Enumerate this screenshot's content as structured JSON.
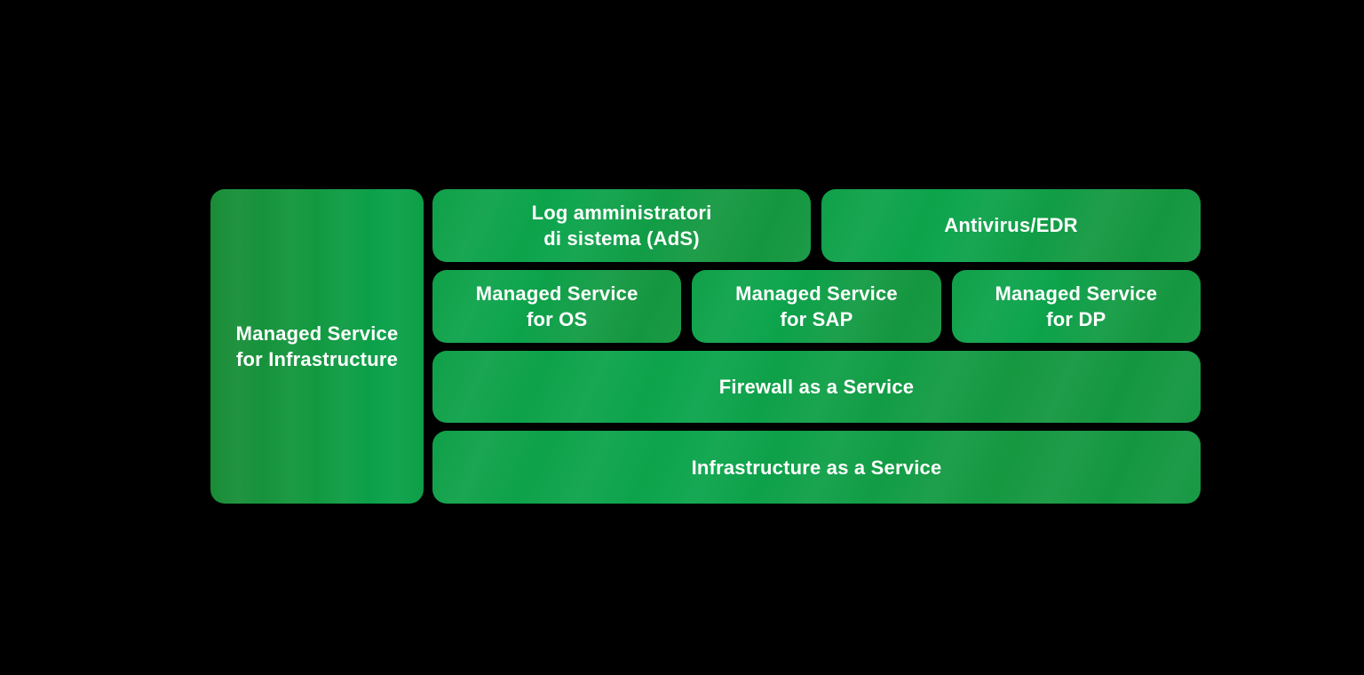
{
  "colors": {
    "background": "#000000",
    "box_green_light": "#0ba44c",
    "box_green_dark": "#15913d",
    "text": "#ffffff"
  },
  "diagram": {
    "left_column": {
      "managed_service_infrastructure": "Managed Service\nfor Infrastructure"
    },
    "row1": {
      "log_ads": "Log amministratori\ndi sistema (AdS)",
      "antivirus_edr": "Antivirus/EDR"
    },
    "row2": {
      "managed_service_os": "Managed Service\nfor OS",
      "managed_service_sap": "Managed Service\nfor SAP",
      "managed_service_dp": "Managed Service\nfor DP"
    },
    "row3": {
      "firewall_as_a_service": "Firewall as a Service"
    },
    "row4": {
      "infrastructure_as_a_service": "Infrastructure as a Service"
    }
  }
}
